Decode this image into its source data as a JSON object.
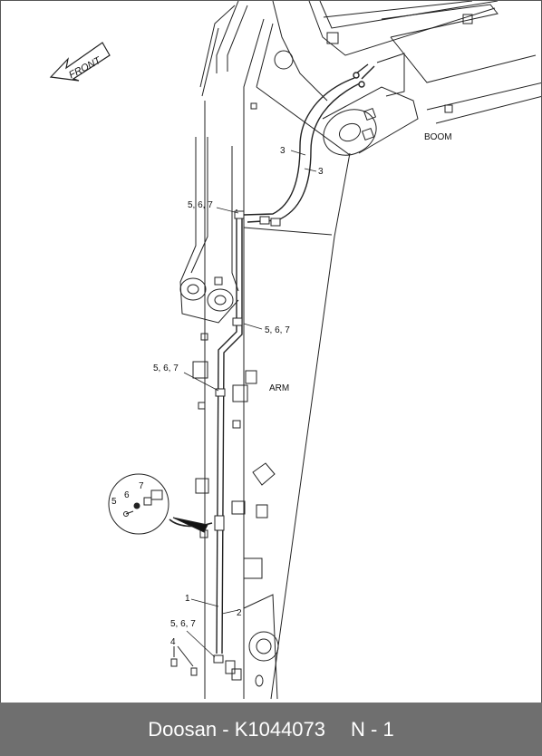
{
  "diagram": {
    "front_label": "FRONT",
    "boom_label": "BOOM",
    "arm_label": "ARM",
    "callouts": {
      "c3a": "3",
      "c3b": "3",
      "c567_top": "5, 6, 7",
      "c567_mid_right": "5, 6, 7",
      "c567_mid_left": "5, 6, 7",
      "c567_bottom": "5, 6, 7",
      "c1": "1",
      "c2": "2",
      "c4": "4",
      "d5": "5",
      "d6": "6",
      "d7": "7"
    }
  },
  "footer": {
    "brand": "Doosan",
    "separator": " - ",
    "part_number": "K1044073",
    "page": "N - 1"
  }
}
